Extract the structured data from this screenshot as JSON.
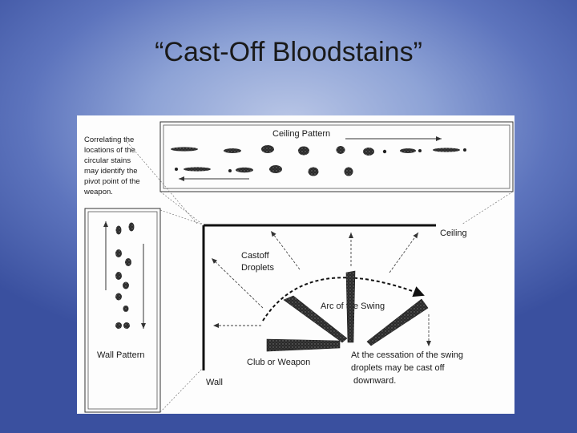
{
  "slide": {
    "title": "“Cast-Off Bloodstains”"
  },
  "diagram": {
    "intro_note": [
      "Correlating the",
      "locations of the",
      "circular stains",
      "may identify the",
      "pivot point of the",
      "weapon."
    ],
    "ceiling_pattern_label": "Ceiling Pattern",
    "ceiling_label": "Ceiling",
    "wall_label": "Wall",
    "wall_pattern_label": "Wall Pattern",
    "castoff_label": [
      "Castoff",
      "Droplets"
    ],
    "arc_label": "Arc of the Swing",
    "weapon_label": "Club or Weapon",
    "cessation_note": [
      "At the cessation of the swing",
      "droplets may be cast off",
      " downward."
    ]
  },
  "colors": {
    "ink": "#1a1a1a",
    "paper": "#fdfdfd",
    "background_center": "#b9c6e6",
    "background_edge": "#3a509f"
  }
}
